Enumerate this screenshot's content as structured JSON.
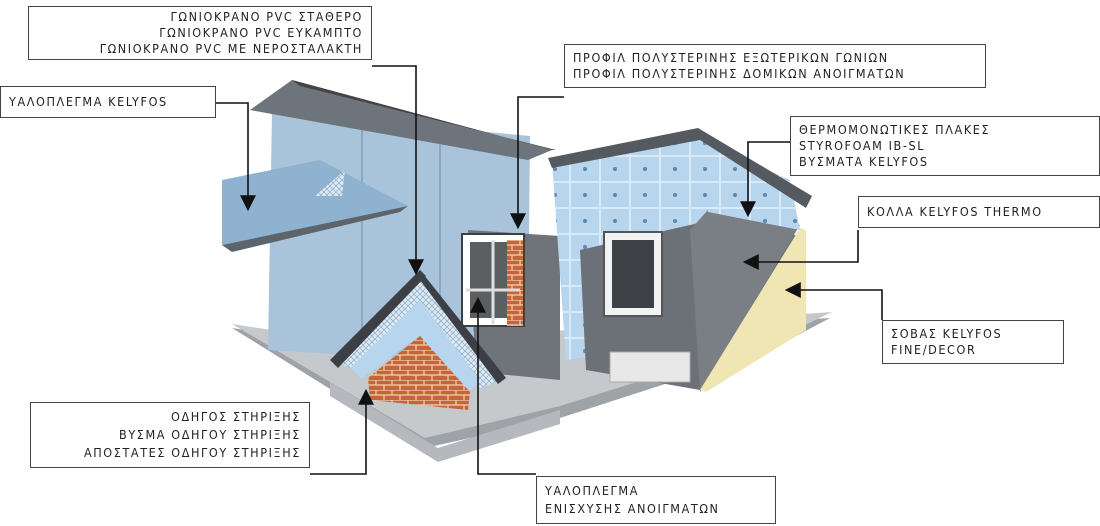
{
  "labels": {
    "pvc_corners": [
      "ΓΩΝΙΟΚΡΑΝΟ PVC ΣΤΑΘΕΡΟ",
      "ΓΩΝΙΟΚΡΑΝΟ PVC ΕΥΚΑΜΠΤΟ",
      "ΓΩΝΙΟΚΡΑΝΟ PVC ΜΕ ΝΕΡΟΣΤΑΛΑΚΤΗ"
    ],
    "mesh_kelyfos": [
      "ΥΑΛΟΠΛΕΓΜΑ KELYFOS"
    ],
    "polystyrene_profiles": [
      "ΠΡΟΦΙΛ ΠΟΛΥΣΤΕΡΙΝΗΣ ΕΞΩΤΕΡΙΚΩΝ ΓΩΝΙΩΝ",
      "ΠΡΟΦΙΛ ΠΟΛΥΣΤΕΡΙΝΗΣ ΔΟΜΙΚΩΝ ΑΝΟΙΓΜΑΤΩΝ"
    ],
    "insulation_boards": [
      "ΘΕΡΜΟΜΟΝΩΤΙΚΕΣ ΠΛΑΚΕΣ",
      "STYROFOAM IB-SL",
      "ΒΥΣΜΑΤΑ KELYFOS"
    ],
    "glue": [
      "ΚΟΛΛΑ KELYFOS THERMO"
    ],
    "plaster": [
      "ΣΟΒΑΣ KELYFOS",
      "FINE/DECOR"
    ],
    "support_guide": [
      "ΟΔΗΓΟΣ ΣΤΗΡΙΞΗΣ",
      "ΒΥΣΜΑ ΟΔΗΓΟΥ ΣΤΗΡΙΞΗΣ",
      "ΑΠΟΣΤΑΤΕΣ ΟΔΗΓΟΥ ΣΤΗΡΙΞΗΣ"
    ],
    "opening_mesh": [
      "ΥΑΛΟΠΛΕΓΜΑ",
      "ΕΝΙΣΧΥΣΗΣ ΑΝΟΙΓΜΑΤΩΝ"
    ]
  },
  "colors": {
    "wall_blue": "#a9c3da",
    "foam_blue": "#b8d5ee",
    "render_grey": "#8a8f96",
    "brick": "#c7643a",
    "plaster_cream": "#efe6b4",
    "leader_line": "#111111"
  }
}
